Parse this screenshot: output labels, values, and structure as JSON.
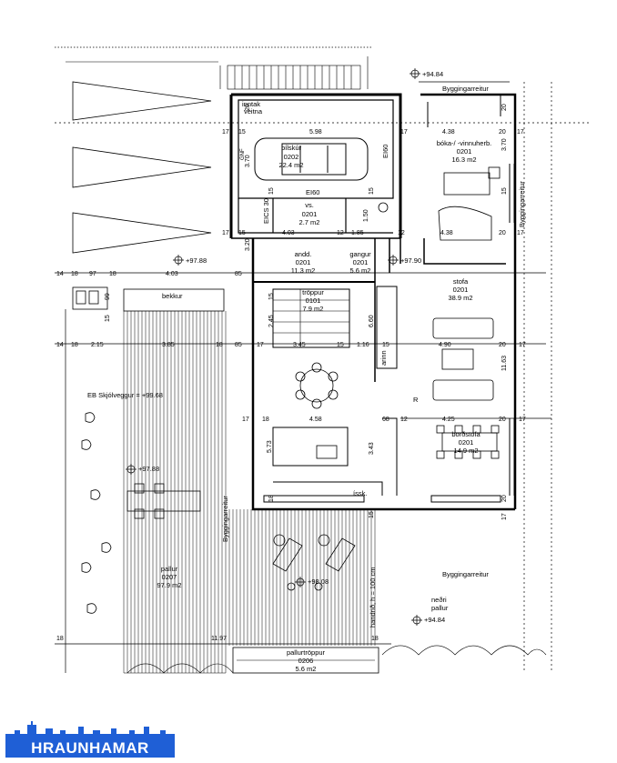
{
  "rooms": {
    "bilskur": {
      "name": "bílskúr",
      "code": "0202",
      "area": "22.4 m2"
    },
    "vs": {
      "name": "vs.",
      "code": "0201",
      "area": "2.7 m2"
    },
    "andd": {
      "name": "andd.",
      "code": "0201",
      "area": "11.3 m2"
    },
    "gangur": {
      "name": "gangur",
      "code": "0201",
      "area": "5.6 m2"
    },
    "troppur": {
      "name": "tröppur",
      "code": "0101",
      "area": "7.9 m2"
    },
    "boka": {
      "name": "bóka-/ -vinnuherb.",
      "code": "0201",
      "area": "16.3 m2"
    },
    "stofa": {
      "name": "stofa",
      "code": "0201",
      "area": "38.9 m2"
    },
    "bordstofa": {
      "name": "borðstofa",
      "code": "0201",
      "area": "14.9 m2"
    },
    "pallur": {
      "name": "pallur",
      "code": "0207",
      "area": "97.9 m2"
    },
    "pallurtroppur": {
      "name": "pallurtröppur",
      "code": "0206",
      "area": "5.6 m2"
    }
  },
  "labels": {
    "inntak": "inntak",
    "veitna": "veitna",
    "bekkur": "bekkur",
    "byggingarreitur_top": "Byggingarreitur",
    "byggingarreitur_right": "Byggingarreitur",
    "byggingarreitur_mid": "Byggingarreitur",
    "byggingarreitur_bottom": "Byggingarreitur",
    "ei60_a": "EI60",
    "ei60_b": "EI60",
    "eics30": "EICS 30",
    "gnf": "GNF",
    "issk": "íssk.",
    "arinn": "arinn",
    "r": "R",
    "skjolveggur": "EB Skjólveggur = +99.68",
    "handrid": "handrið, h = 100 cm",
    "nedri_a": "neðri",
    "nedri_b": "pallur"
  },
  "levels": {
    "l1": "+94.84",
    "l2": "+97.88",
    "l3": "+97.90",
    "l4": "+97.88",
    "l5": "+98.08",
    "l6": "+94.84"
  },
  "dims": {
    "d1": "17",
    "d2": "15",
    "d3": "5.98",
    "d4": "17",
    "d5": "4.38",
    "d6": "20",
    "d7": "17",
    "d8": "17",
    "d9": "15",
    "d10": "4.03",
    "d11": "12",
    "d12": "1.85",
    "d13": "12",
    "d14": "4.38",
    "d15": "20",
    "d16": "17",
    "d17": "14",
    "d18": "18",
    "d19": "97",
    "d20": "18",
    "d21": "4.03",
    "d22": "85",
    "d23": "14",
    "d24": "18",
    "d25": "2.15",
    "d26": "3.85",
    "d27": "18",
    "d28": "85",
    "d29": "17",
    "d30": "3.45",
    "d31": "15",
    "d32": "1.16",
    "d33": "15",
    "d34": "4.90",
    "d35": "20",
    "d36": "17",
    "d37": "17",
    "d38": "18",
    "d39": "4.58",
    "d40": "68",
    "d41": "12",
    "d42": "4.25",
    "d43": "20",
    "d44": "17",
    "d45": "18",
    "d46": "11.97",
    "d47": "18",
    "v1": "20",
    "v2": "3.70",
    "v3": "15",
    "v4": "3.20",
    "v5": "20",
    "v6": "3.70",
    "v7": "15",
    "v8": "2.45",
    "v9": "6.60",
    "v10": "5.73",
    "v11": "3.43",
    "v12": "11.63",
    "v13": "20",
    "v14": "17",
    "v15": "1.50",
    "v16": "15",
    "v17": "15",
    "v18": "99",
    "v19": "18",
    "v20": "15",
    "v21": "15"
  },
  "logo": {
    "text": "HRAUNHAMAR"
  },
  "colors": {
    "brand": "#1f5fd6",
    "line": "#000000"
  }
}
